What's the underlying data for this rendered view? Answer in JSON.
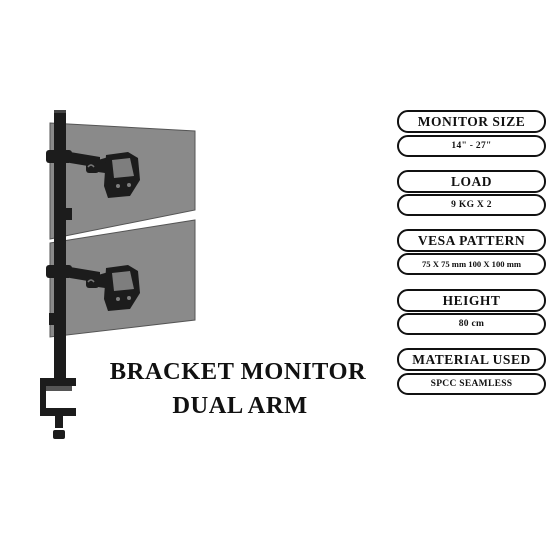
{
  "title": {
    "line1": "BRACKET MONITOR",
    "line2": "DUAL ARM"
  },
  "specs": [
    {
      "label": "MONITOR SIZE",
      "value": "14\" - 27\""
    },
    {
      "label": "LOAD",
      "value": "9 KG X 2"
    },
    {
      "label": "VESA PATTERN",
      "value": "75 X 75 mm  100 X 100 mm"
    },
    {
      "label": "HEIGHT",
      "value": "80 cm"
    },
    {
      "label": "MATERIAL USED",
      "value": "SPCC SEAMLESS"
    }
  ],
  "colors": {
    "screen": "#8a8a8a",
    "bracket": "#1c1c1c",
    "background": "#ffffff",
    "outline": "#111111"
  }
}
